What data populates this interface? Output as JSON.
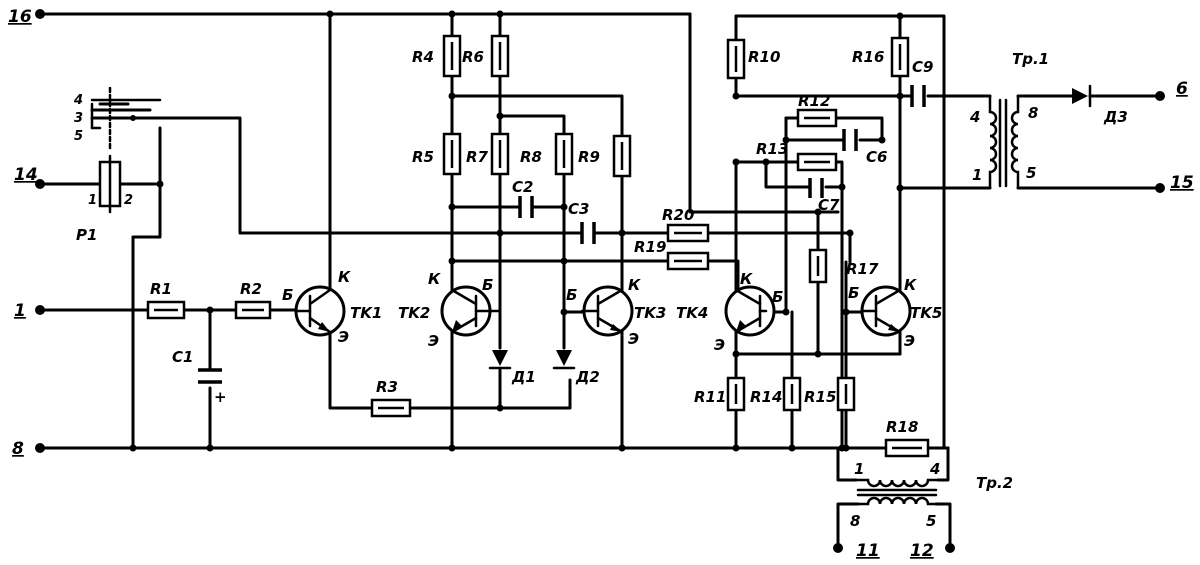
{
  "terminals": {
    "t16": "16",
    "t14": "14",
    "t1": "1",
    "t8": "8",
    "t11": "11",
    "t12": "12",
    "t6": "6",
    "t15": "15"
  },
  "relay": {
    "name": "P1",
    "pin1": "1",
    "pin2": "2",
    "pin3": "3",
    "pin4": "4",
    "pin5": "5"
  },
  "resistors": {
    "r1": "R1",
    "r2": "R2",
    "r3": "R3",
    "r4": "R4",
    "r5": "R5",
    "r6": "R6",
    "r7": "R7",
    "r8": "R8",
    "r9": "R9",
    "r10": "R10",
    "r11": "R11",
    "r12": "R12",
    "r13": "R13",
    "r14": "R14",
    "r15": "R15",
    "r16": "R16",
    "r17": "R17",
    "r18": "R18",
    "r19": "R19",
    "r20": "R20"
  },
  "capacitors": {
    "c1": "C1",
    "c1_plus": "+",
    "c2": "C2",
    "c3": "C3",
    "c6": "C6",
    "c7": "C7",
    "c9": "C9"
  },
  "diodes": {
    "d1": "Д1",
    "d2": "Д2",
    "d3": "Д3"
  },
  "transistors": {
    "tk1": "TK1",
    "tk2": "TK2",
    "tk3": "TK3",
    "tk4": "TK4",
    "tk5": "TK5",
    "k": "К",
    "b": "Б",
    "e": "Э"
  },
  "transformers": {
    "tr1": "Тр.1",
    "tr1_p4": "4",
    "tr1_p1": "1",
    "tr1_p8": "8",
    "tr1_p5": "5",
    "tr2": "Тр.2",
    "tr2_p1": "1",
    "tr2_p4": "4",
    "tr2_p8": "8",
    "tr2_p5": "5"
  }
}
